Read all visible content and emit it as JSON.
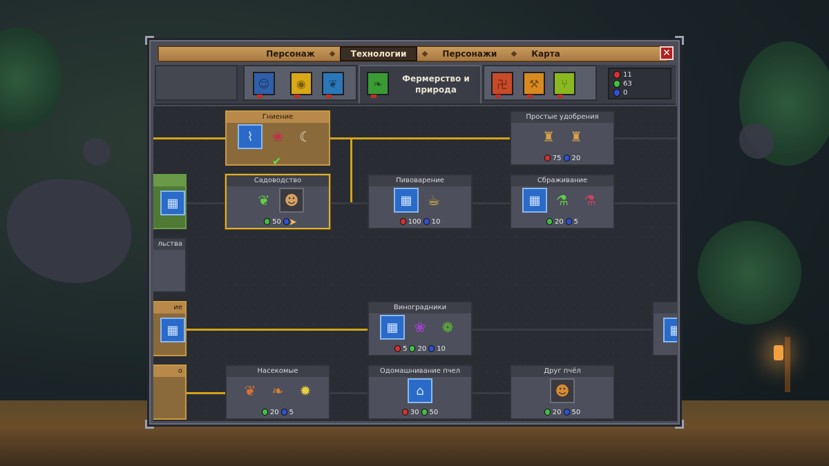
{
  "tabs": [
    "Персонаж",
    "Технологии",
    "Персонажи",
    "Карта"
  ],
  "active_tab": "Технологии",
  "close_label": "✕",
  "category_label": "Фермерство и природа",
  "categories": [
    {
      "icon": "brain-icon",
      "color": "#2f5fa8"
    },
    {
      "icon": "eye-icon",
      "color": "#d8a818"
    },
    {
      "icon": "feather-icon",
      "color": "#2a78b8"
    },
    {
      "icon": "leaf-icon",
      "color": "#3a9a34"
    },
    {
      "icon": "stone-icon",
      "color": "#c84a28"
    },
    {
      "icon": "tools-icon",
      "color": "#d88a20"
    },
    {
      "icon": "fork-icon",
      "color": "#8ab820"
    }
  ],
  "currency": [
    {
      "color": "#d83030",
      "value": "11"
    },
    {
      "color": "#40c040",
      "value": "63"
    },
    {
      "color": "#3050d8",
      "value": "0"
    }
  ],
  "nodes": [
    {
      "title": "Гниение",
      "style": "gold",
      "icons": [
        "map-icon",
        "berries-icon",
        "larva-icon"
      ],
      "costs": [],
      "check": "✔"
    },
    {
      "title": "Садоводство",
      "style": "selected",
      "icons": [
        "plant-book-icon",
        "gardener-icon"
      ],
      "costs": [
        {
          "color": "#40c040",
          "value": "50"
        },
        {
          "color": "#3050d8",
          "value": ""
        }
      ]
    },
    {
      "title": "Простые удобрения",
      "style": "",
      "icons": [
        "fertilizer-bag-icon",
        "fertilizer-bag-icon"
      ],
      "costs": [
        {
          "color": "#d83030",
          "value": "75"
        },
        {
          "color": "#3050d8",
          "value": "20"
        }
      ]
    },
    {
      "title": "Пивоварение",
      "style": "",
      "icons": [
        "blueprint-icon",
        "beer-icon"
      ],
      "costs": [
        {
          "color": "#d83030",
          "value": "100"
        },
        {
          "color": "#3050d8",
          "value": "10"
        }
      ]
    },
    {
      "title": "Сбраживание",
      "style": "",
      "icons": [
        "blueprint-icon",
        "potion-green-icon",
        "potion-red-icon"
      ],
      "costs": [
        {
          "color": "#40c040",
          "value": "20"
        },
        {
          "color": "#3050d8",
          "value": "5"
        }
      ]
    },
    {
      "title": "Виноградники",
      "style": "",
      "icons": [
        "blueprint-icon",
        "grapes-icon",
        "hops-icon"
      ],
      "costs": [
        {
          "color": "#d83030",
          "value": "5"
        },
        {
          "color": "#40c040",
          "value": "20"
        },
        {
          "color": "#3050d8",
          "value": "10"
        }
      ]
    },
    {
      "title": "Насекомые",
      "style": "",
      "icons": [
        "butterfly-icon",
        "moth-icon",
        "bee-icon"
      ],
      "costs": [
        {
          "color": "#40c040",
          "value": "20"
        },
        {
          "color": "#3050d8",
          "value": "5"
        }
      ]
    },
    {
      "title": "Одомашнивание пчел",
      "style": "",
      "icons": [
        "blueprint-icon"
      ],
      "costs": [
        {
          "color": "#d83030",
          "value": "30"
        },
        {
          "color": "#40c040",
          "value": "50"
        }
      ]
    },
    {
      "title": "Друг пчёл",
      "style": "",
      "icons": [
        "beekeeper-icon"
      ],
      "costs": [
        {
          "color": "#40c040",
          "value": "20"
        },
        {
          "color": "#3050d8",
          "value": "50"
        }
      ]
    }
  ],
  "edge_nodes": [
    {
      "title": "",
      "style": "green"
    },
    {
      "title": "льства",
      "style": ""
    },
    {
      "title": "ие",
      "style": "gold"
    },
    {
      "title": "о",
      "style": "gold"
    },
    {
      "title": "",
      "style": ""
    }
  ]
}
